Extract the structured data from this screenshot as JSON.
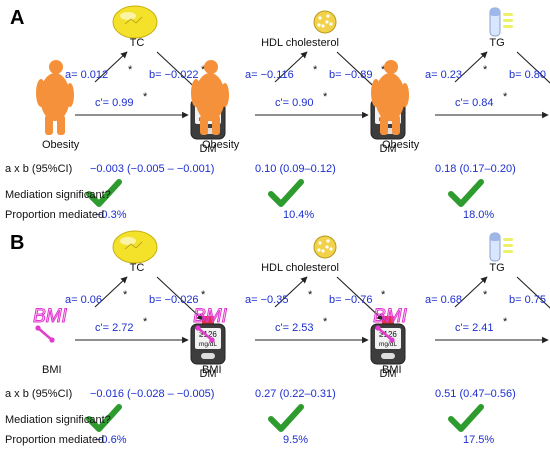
{
  "colors": {
    "blue_text": "#1c2fd0",
    "check_green": "#2e9b2e",
    "obesity_orange": "#f5913a",
    "bmi_magenta": "#e23ccf",
    "tc_yellow": "#f4e12a",
    "hdl_yellow": "#f1d24a",
    "tg_yellow": "#eef06a",
    "glucometer_gray": "#555555",
    "glucometer_red": "#e03030"
  },
  "row_labels": {
    "axb": "a x b (95%CI)",
    "significant": "Mediation significant?",
    "proportion": "Proportion mediated"
  },
  "outcome_label": "DM",
  "meter_text": [
    "≥126",
    "mg/dL"
  ],
  "panels": [
    {
      "label": "A",
      "exposure": "Obesity",
      "exposure_icon": "obesity-silhouette-icon",
      "mediators": [
        {
          "name": "TC",
          "icon": "tc-yellow-blob-icon",
          "a": "a= 0.012",
          "b": "b= −0.022",
          "c": "c'= 0.99",
          "axb": "−0.003 (−0.005 – −0.001)",
          "significant": true,
          "proportion": "−0.3%"
        },
        {
          "name": "HDL cholesterol",
          "icon": "hdl-particle-icon",
          "a": "a= −0.116",
          "b": "b= −0.89",
          "c": "c'= 0.90",
          "axb": "0.10 (0.09–0.12)",
          "significant": true,
          "proportion": "10.4%"
        },
        {
          "name": "TG",
          "icon": "tg-tube-icon",
          "a": "a= 0.23",
          "b": "b= 0.80",
          "c": "c'= 0.84",
          "axb": "0.18 (0.17–0.20)",
          "significant": true,
          "proportion": "18.0%"
        }
      ]
    },
    {
      "label": "B",
      "exposure": "BMI",
      "exposure_icon": "bmi-logo-icon",
      "mediators": [
        {
          "name": "TC",
          "icon": "tc-yellow-blob-icon",
          "a": "a= 0.06",
          "b": "b= −0.026",
          "c": "c'= 2.72",
          "axb": "−0.016 (−0.028 – −0.005)",
          "significant": true,
          "proportion": "−0.6%"
        },
        {
          "name": "HDL cholesterol",
          "icon": "hdl-particle-icon",
          "a": "a= −0.35",
          "b": "b= −0.76",
          "c": "c'= 2.53",
          "axb": "0.27 (0.22–0.31)",
          "significant": true,
          "proportion": "9.5%"
        },
        {
          "name": "TG",
          "icon": "tg-tube-icon",
          "a": "a= 0.68",
          "b": "b= 0.75",
          "c": "c'= 2.41",
          "axb": "0.51 (0.47–0.56)",
          "significant": true,
          "proportion": "17.5%"
        }
      ]
    }
  ],
  "significance_marker": "*"
}
